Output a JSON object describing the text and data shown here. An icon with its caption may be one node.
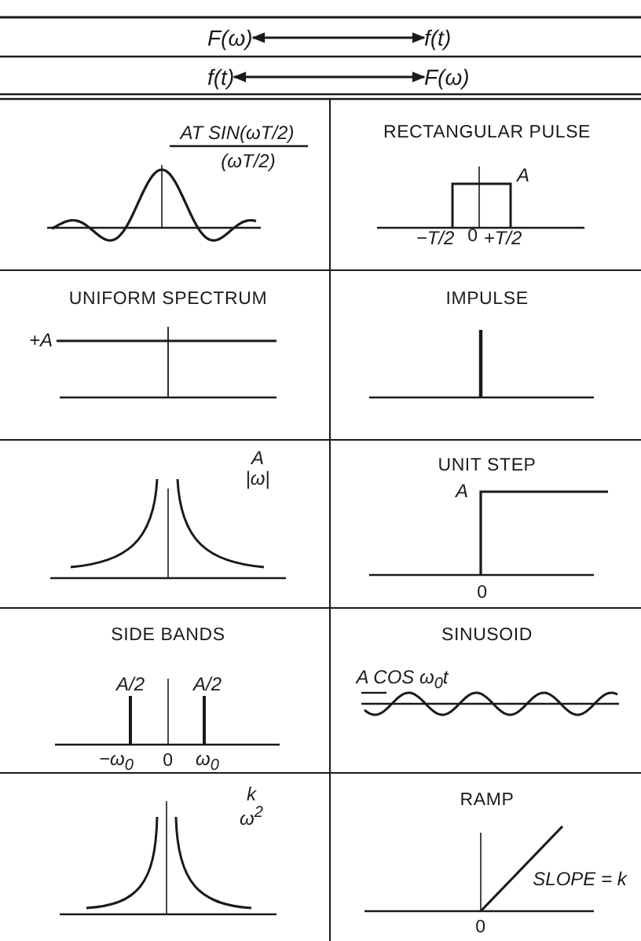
{
  "diagram": {
    "nodes": [
      {
        "text": [
          "F(ω)"
        ]
      },
      {
        "text": [
          "f(t)"
        ]
      },
      {
        "text": [
          "f(t)"
        ]
      },
      {
        "text": [
          "F(ω)"
        ]
      }
    ],
    "edges": [
      {
        "from": 0,
        "to": 1,
        "arrow": "both"
      },
      {
        "from": 2,
        "to": 3,
        "arrow": "both"
      }
    ],
    "labels": [
      "AT SIN(ωT/2)",
      "(ωT/2)",
      "RECTANGULAR PULSE",
      "A",
      "−T/2",
      "0",
      "+T/2",
      "UNIFORM SPECTRUM",
      "IMPULSE",
      "+A",
      "A",
      "|ω|",
      "UNIT STEP",
      "A",
      "0",
      "SIDE BANDS",
      "SINUSOID",
      "A/2",
      "A/2",
      "A COS ω$_{0}$t",
      "−ω$_{0}$",
      "0",
      "ω$_{0}$",
      "k",
      "ω$^{2}$",
      "RAMP",
      "SLOPE = k",
      "0"
    ]
  }
}
